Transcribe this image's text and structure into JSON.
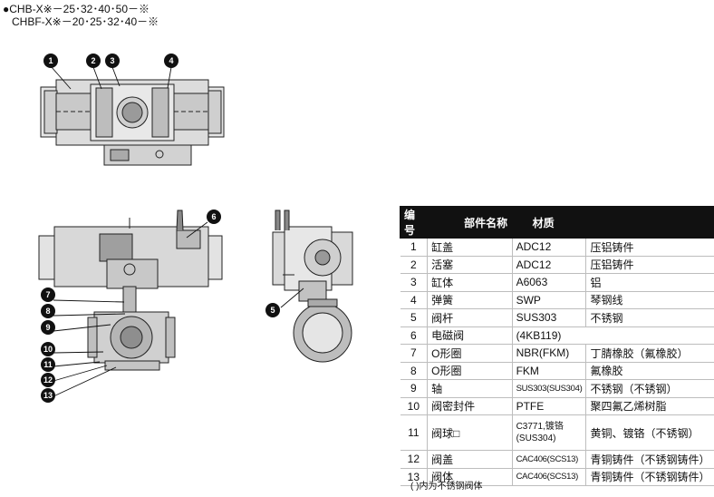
{
  "header": {
    "line1": "●CHB-X※－25･32･40･50－※",
    "line2": "CHBF-X※－20･25･32･40－※"
  },
  "callouts": {
    "c1": "1",
    "c2": "2",
    "c3": "3",
    "c4": "4",
    "c5": "5",
    "c6": "6",
    "c7": "7",
    "c8": "8",
    "c9": "9",
    "c10": "10",
    "c11": "11",
    "c12": "12",
    "c13": "13"
  },
  "table": {
    "headers": [
      "编号",
      "部件名称",
      "材质"
    ],
    "rows": [
      {
        "no": "1",
        "name": "缸盖",
        "material": "ADC12",
        "material_cn": "压铝铸件"
      },
      {
        "no": "2",
        "name": "活塞",
        "material": "ADC12",
        "material_cn": "压铝铸件"
      },
      {
        "no": "3",
        "name": "缸体",
        "material": "A6063",
        "material_cn": "铝"
      },
      {
        "no": "4",
        "name": "弹簧",
        "material": "SWP",
        "material_cn": "琴钢线"
      },
      {
        "no": "5",
        "name": "阀杆",
        "material": "SUS303",
        "material_cn": "不锈钢"
      },
      {
        "no": "6",
        "name": "电磁阀",
        "material": "(4KB119)",
        "material_cn": ""
      },
      {
        "no": "7",
        "name": "O形圈",
        "material": "NBR(FKM)",
        "material_cn": "丁腈橡胶（氟橡胶）"
      },
      {
        "no": "8",
        "name": "O形圈",
        "material": "FKM",
        "material_cn": "氟橡胶"
      },
      {
        "no": "9",
        "name": "轴",
        "material": "SUS303(SUS304)",
        "material_cn": "不锈钢（不锈钢）"
      },
      {
        "no": "10",
        "name": "阀密封件",
        "material": "PTFE",
        "material_cn": "聚四氟乙烯树脂"
      },
      {
        "no": "11",
        "name": "阀球□",
        "material": "C3771,镀铬",
        "material_b": "(SUS304)",
        "material_cn": "黄铜、镀铬（不锈钢）"
      },
      {
        "no": "12",
        "name": "阀盖",
        "material": "CAC406(SCS13)",
        "material_cn": "青铜铸件（不锈钢铸件）"
      },
      {
        "no": "13",
        "name": "阀体",
        "material": "CAC406(SCS13)",
        "material_cn": "青铜铸件（不锈钢铸件）"
      }
    ]
  },
  "footnote": "(   )内为不锈钢阀体"
}
